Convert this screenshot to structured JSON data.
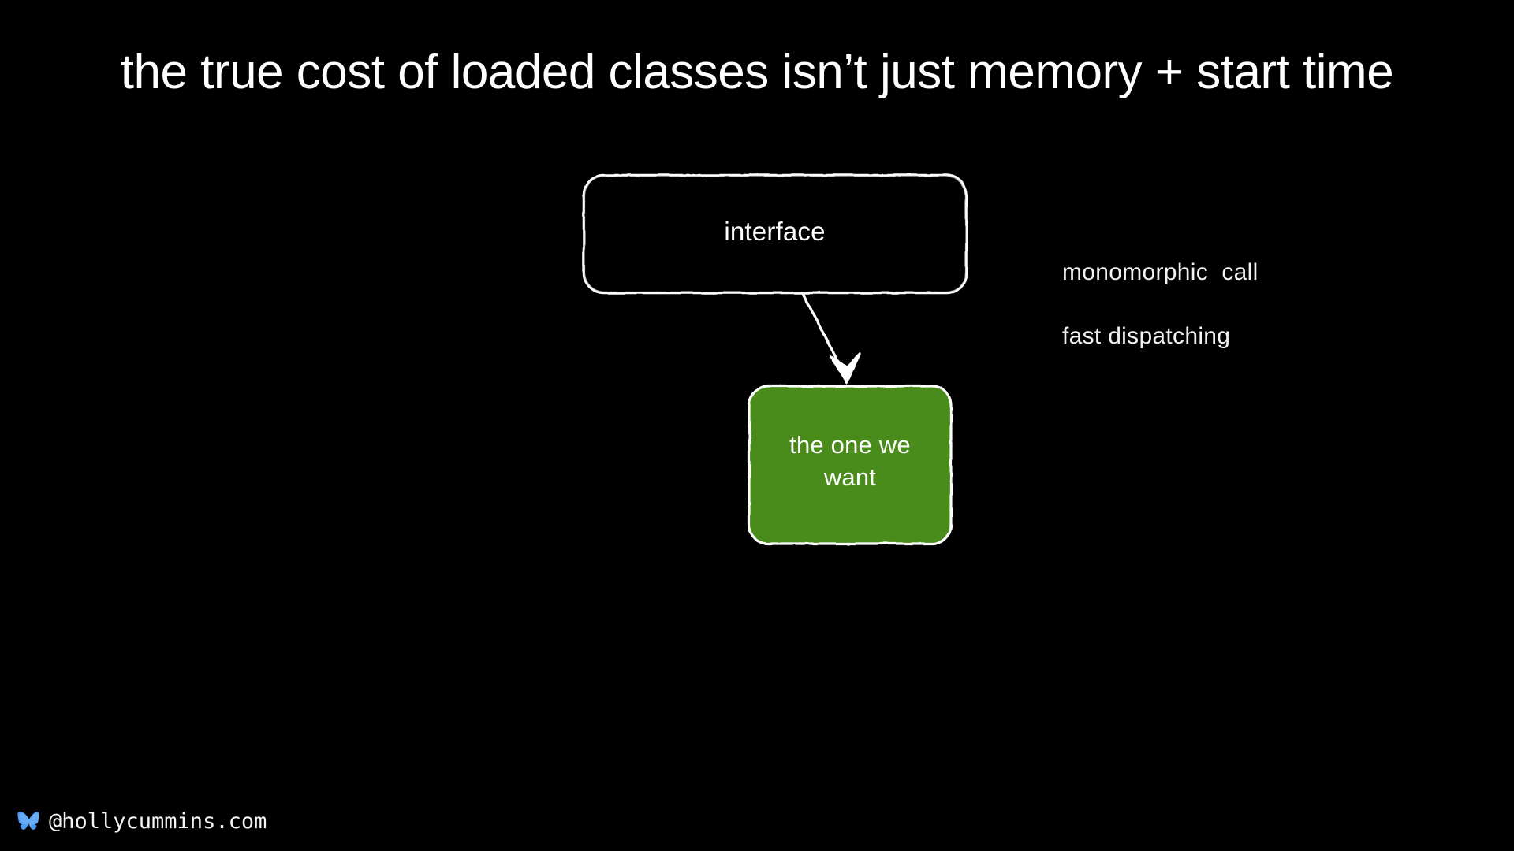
{
  "slide": {
    "title": "the true cost of loaded classes isn’t just memory + start time",
    "background_color": "#000000",
    "text_color": "#ffffff"
  },
  "diagram": {
    "type": "flow",
    "nodes": [
      {
        "id": "interface",
        "label": "interface",
        "style": "outlined-sketch",
        "fill": "none",
        "stroke": "#ffffff"
      },
      {
        "id": "target",
        "label_line1": "the one we",
        "label_line2": "want",
        "style": "filled-sketch",
        "fill": "#4a8c1c",
        "stroke": "#ffffff"
      }
    ],
    "edges": [
      {
        "from": "interface",
        "to": "target",
        "style": "arrow",
        "color": "#ffffff"
      }
    ]
  },
  "annotations": [
    {
      "id": "monomorphic-call",
      "text": "monomorphic  call"
    },
    {
      "id": "fast-dispatching",
      "text": "fast dispatching"
    }
  ],
  "footer": {
    "icon": "butterfly-icon",
    "handle": "@hollycummins.com",
    "icon_color": "#4d9bf5"
  },
  "colors": {
    "background": "#000000",
    "accent_green": "#4a8c1c",
    "stroke_white": "#ffffff",
    "butterfly_blue": "#4d9bf5"
  }
}
